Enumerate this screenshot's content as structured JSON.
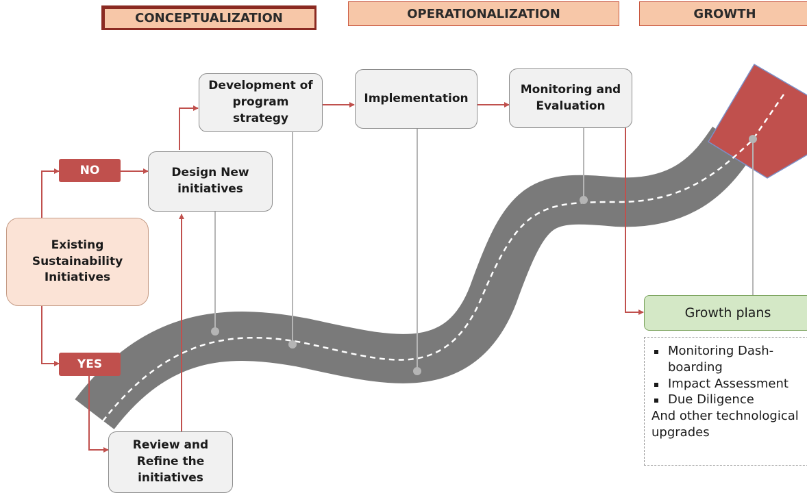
{
  "phases": {
    "conceptualization": "CONCEPTUALIZATION",
    "operationalization": "OPERATIONALIZATION",
    "growth": "GROWTH"
  },
  "nodes": {
    "existing": "Existing Sustainability Initiatives",
    "no_tag": "NO",
    "yes_tag": "YES",
    "design_new": "Design New initiatives",
    "review_refine": "Review and Refine the initiatives",
    "program_strategy": "Development of program strategy",
    "implementation": "Implementation",
    "monitoring": "Monitoring and Evaluation",
    "growth_plans": "Growth plans"
  },
  "growth_details": {
    "items": [
      "Monitoring Dash-boarding",
      "Impact Assessment",
      "Due Diligence"
    ],
    "footer": "And other technological upgrades"
  },
  "colors": {
    "road": "#7a7a7a",
    "road_end": "#c0504d",
    "arrow": "#c0504d",
    "connector": "#b5b5b5",
    "phase_fill": "#f7c7a8"
  }
}
